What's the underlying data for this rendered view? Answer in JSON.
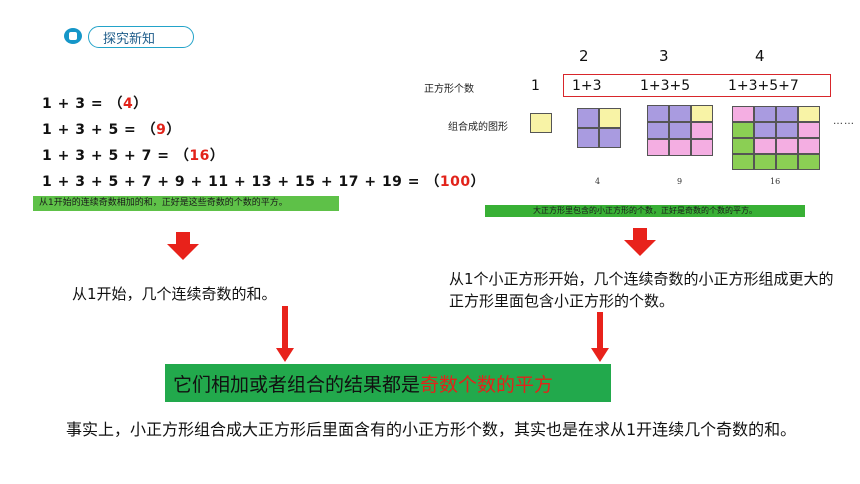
{
  "header": {
    "tag_label": "探究新知"
  },
  "equations": [
    {
      "expr": "1 + 3 = （",
      "answer": "4",
      "close": "）"
    },
    {
      "expr": "1 + 3  + 5 = （",
      "answer": "9",
      "close": "）"
    },
    {
      "expr": "1 + 3 + 5 + 7 = （",
      "answer": "16",
      "close": "）"
    },
    {
      "expr": "1 + 3 + 5 + 7 + 9 + 11 + 13 + 15 + 17 + 19 = （",
      "answer": "100",
      "close": "）"
    }
  ],
  "left_note": "从1开始的连续奇数相加的和，正好是这些奇数的个数的平方。",
  "figure": {
    "top_numbers": [
      "2",
      "3",
      "4"
    ],
    "row_label_count": "正方形个数",
    "row_label_shape": "组合成的图形",
    "first_item": "1",
    "sequence": [
      "1+3",
      "1+3+5",
      "1+3+5+7"
    ],
    "captions": [
      "4",
      "9",
      "16"
    ],
    "ellipsis": "……",
    "note": "大正方形里包含的小正方形的个数，正好是奇数的个数的平方。"
  },
  "left_summary": "从1开始，几个连续奇数的和。",
  "right_summary": "从1个小正方形开始，几个连续奇数的小正方形组成更大的正方形里面包含小正方形的个数。",
  "conclusion": {
    "prefix": "它们相加或者组合的结果都是",
    "highlight": "奇数个数的平方"
  },
  "footer": "事实上，小正方形组合成大正方形后里面含有的小正方形个数，其实也是在求从1开连续几个奇数的和。",
  "colors": {
    "accent_red": "#e2231a",
    "green": "#22a94c",
    "tag_blue": "#23a3c9"
  }
}
